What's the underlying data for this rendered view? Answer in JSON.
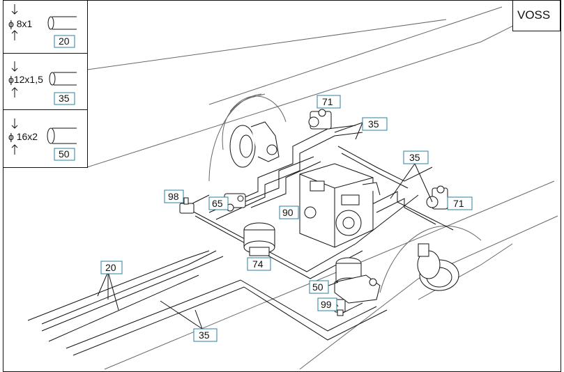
{
  "brand": "VOSS",
  "pipe_legend": [
    {
      "size": "ϕ 8x1",
      "ref": "20"
    },
    {
      "size": "ϕ12x1,5",
      "ref": "35"
    },
    {
      "size": "ϕ 16x2",
      "ref": "50"
    }
  ],
  "callouts": {
    "c71_top": "71",
    "c35_top": "35",
    "c35_right": "35",
    "c71_right": "71",
    "c98": "98",
    "c65": "65",
    "c90": "90",
    "c74": "74",
    "c20": "20",
    "c50": "50",
    "c99": "99",
    "c35_bottom": "35"
  },
  "colors": {
    "line": "#111111",
    "chassis": "#666666",
    "label_border": "#2a7fa0",
    "background": "#ffffff"
  }
}
